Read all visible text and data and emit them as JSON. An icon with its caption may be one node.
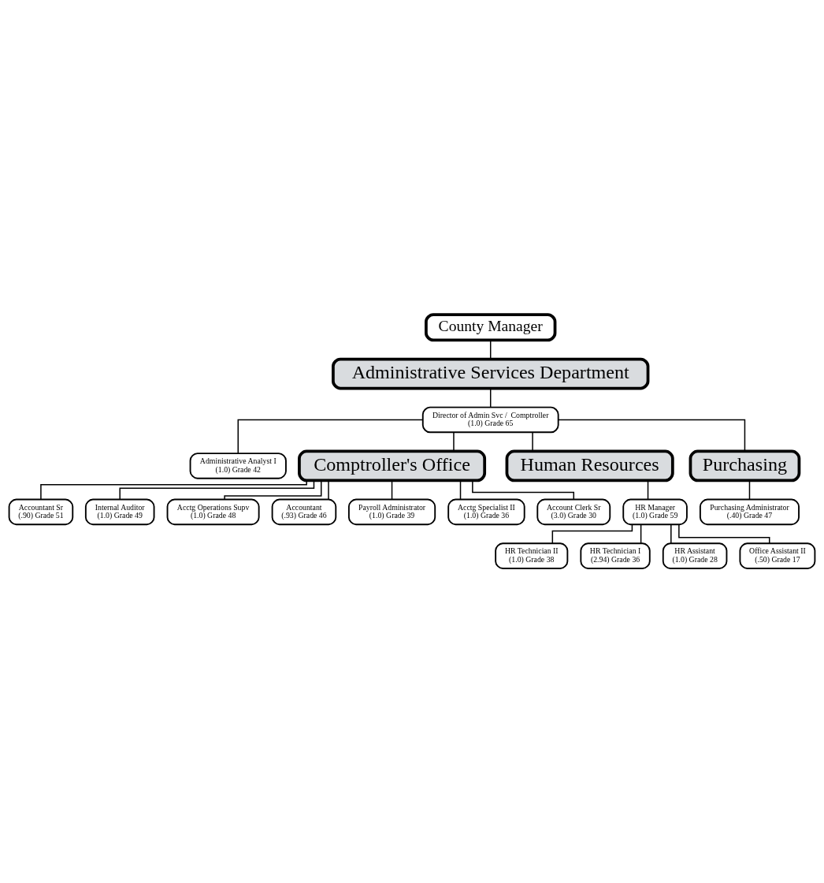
{
  "diagram": {
    "nodes": [
      {
        "text": [
          "County Manager"
        ]
      },
      {
        "text": [
          "Administrative Services Department"
        ]
      },
      {
        "text": [
          "Director of Admin Svc /  Comptroller",
          "(1.0) Grade 65"
        ]
      },
      {
        "text": [
          "Administrative Analyst I",
          "(1.0) Grade 42"
        ]
      },
      {
        "text": [
          "Comptroller's Office"
        ]
      },
      {
        "text": [
          "Human Resources"
        ]
      },
      {
        "text": [
          "Accountant Sr",
          "(.90) Grade 51"
        ]
      },
      {
        "text": [
          "Internal Auditor",
          "(1.0) Grade 49"
        ]
      },
      {
        "text": [
          "Acctg Operations Supv",
          "(1.0) Grade 48"
        ]
      },
      {
        "text": [
          "Accountant",
          "(.93) Grade 46"
        ]
      },
      {
        "text": [
          "Payroll Administrator",
          "(1.0) Grade 39"
        ]
      },
      {
        "text": [
          "Acctg Specialist II",
          "(1.0) Grade 36"
        ]
      },
      {
        "text": [
          "Account Clerk Sr",
          "(3.0) Grade 30"
        ]
      },
      {
        "text": [
          "HR Manager",
          "(1.0) Grade 59"
        ]
      },
      {
        "text": [
          "HR Technician II",
          "(1.0) Grade 38"
        ]
      },
      {
        "text": [
          "HR Technician I",
          "(2.94) Grade 36"
        ]
      },
      {
        "text": [
          "HR Assistant",
          "(1.0) Grade 28"
        ]
      },
      {
        "text": [
          "Office Assistant II",
          "(.50) Grade 17"
        ]
      },
      {
        "text": [
          "Purchasing"
        ]
      },
      {
        "text": [
          "Purchasing Administrator",
          "(.40) Grade 47"
        ]
      }
    ],
    "edges": [
      {
        "from": 0,
        "to": 1,
        "arrow": "none"
      },
      {
        "from": 1,
        "to": 2,
        "arrow": "none"
      },
      {
        "from": 2,
        "to": 3,
        "arrow": "none"
      },
      {
        "from": 2,
        "to": 4,
        "arrow": "none"
      },
      {
        "from": 2,
        "to": 5,
        "arrow": "none"
      },
      {
        "from": 2,
        "to": 18,
        "arrow": "none"
      },
      {
        "from": 4,
        "to": 6,
        "arrow": "none"
      },
      {
        "from": 4,
        "to": 7,
        "arrow": "none"
      },
      {
        "from": 4,
        "to": 8,
        "arrow": "none"
      },
      {
        "from": 4,
        "to": 9,
        "arrow": "none"
      },
      {
        "from": 4,
        "to": 10,
        "arrow": "none"
      },
      {
        "from": 4,
        "to": 11,
        "arrow": "none"
      },
      {
        "from": 4,
        "to": 12,
        "arrow": "none"
      },
      {
        "from": 5,
        "to": 13,
        "arrow": "none"
      },
      {
        "from": 13,
        "to": 14,
        "arrow": "none"
      },
      {
        "from": 13,
        "to": 15,
        "arrow": "none"
      },
      {
        "from": 13,
        "to": 16,
        "arrow": "none"
      },
      {
        "from": 13,
        "to": 17,
        "arrow": "none"
      },
      {
        "from": 18,
        "to": 19,
        "arrow": "none"
      }
    ]
  }
}
